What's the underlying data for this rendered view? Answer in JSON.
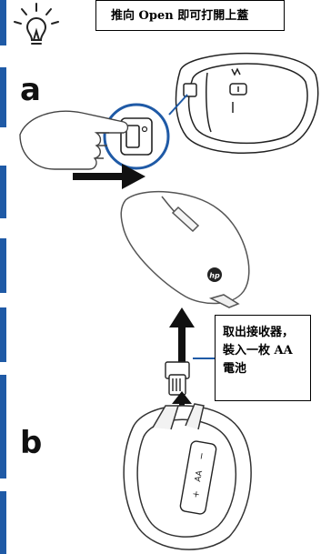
{
  "tip_banner": {
    "text": "推向 Open 即可打開上蓋"
  },
  "steps": {
    "a": "a",
    "b": "b"
  },
  "callout_b": {
    "lines": [
      "取出接收器，",
      "裝入一枚 AA",
      "電池"
    ]
  },
  "icons": [
    "lightbulb-tip-icon",
    "hp-logo-icon",
    "arrow-right-icon",
    "arrow-up-icon"
  ],
  "colors": {
    "edge_bar": "#1f5aa6",
    "callout_line": "#1f5aa6"
  }
}
